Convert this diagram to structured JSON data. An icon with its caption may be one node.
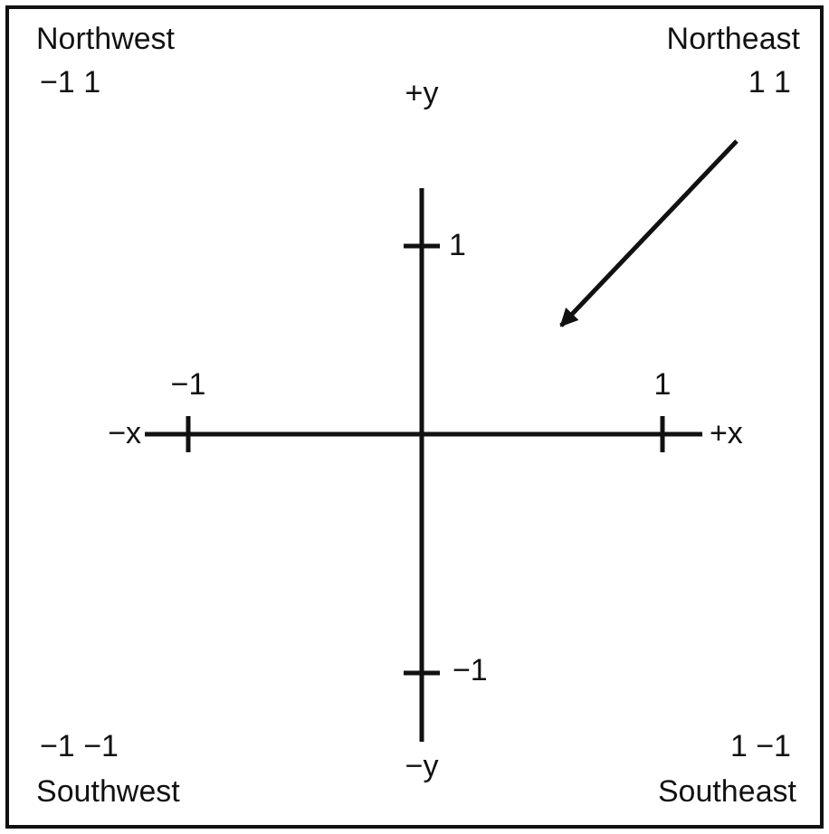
{
  "diagram": {
    "labels": [
      "Northwest",
      "Northeast",
      "−1 1",
      "+y",
      "1 1",
      "1",
      "−1",
      "1",
      "−x",
      "+x",
      "−1",
      "−1 −1",
      "−y",
      "1 −1",
      "Southwest",
      "Southeast"
    ]
  }
}
